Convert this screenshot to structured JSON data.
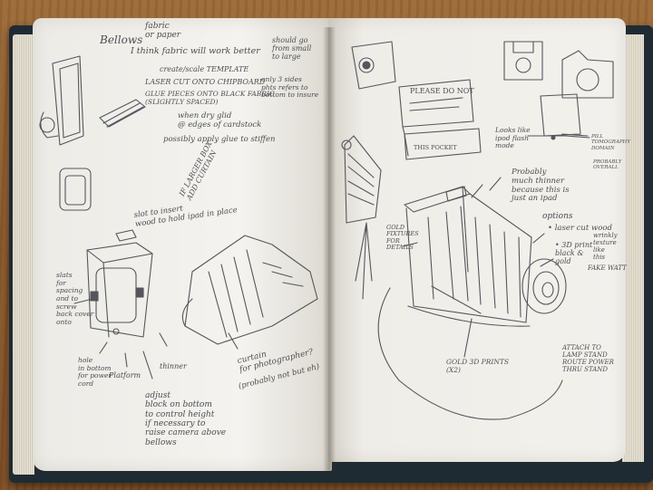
{
  "image": {
    "subject": "open sketchbook with pencil sketches of a camera prop",
    "colors": {
      "desk": "#8c5a2c",
      "cover": "#1f2b33",
      "paper": "#f3f1ec",
      "pencil": "#4d4d52"
    }
  },
  "left_page": {
    "notes": {
      "bellows": "Bellows",
      "fabric_paper": "fabric\nor paper",
      "think_fabric": "I think fabric will work better",
      "should_go": "should go\nfrom small\nto large",
      "create_template": "create/scale TEMPLATE",
      "laser_cut": "LASER CUT ONTO CHIPBOARD",
      "glue_pieces": "GLUE PIECES ONTO BLACK FABRIC\n(SLIGHTLY SPACED)",
      "only_3_sides": "only 3 sides\nphts refers to\nbottom to insure",
      "when_dry": "when dry glid\n@ edges of cardstock",
      "possibly_apply": "possibly apply glue to stiffen",
      "slot_insert": "slot to insert\nwood to hold ipad in place",
      "if_larger": "IF LARGER BOX\nADD CURTAIN",
      "slats": "slats\nfor\nspacing\nand to\nscrew\nback cover\nonto",
      "hole_bottom": "hole\nin bottom\nfor power\ncord",
      "platform": "Platform",
      "thinner": "thinner",
      "curtain": "curtain\nfor photographer?",
      "probably_not": "(probably not but eh)",
      "adjust_block": "adjust\nblock on bottom\nto control height\nif necessary to\nraise camera above\nbellows"
    }
  },
  "right_page": {
    "notes": {
      "please_do_not": "PLEASE DO NOT",
      "this_pocket": "THIS POCKET",
      "looks_like": "Looks like\nipod flash\nmode",
      "probably_thinner": "Probably\nmuch thinner\nbecause this is\njust an ipad",
      "options": "options",
      "laser_cut_wood": "• laser cut wood",
      "wrinkly": "wrinkly\ntexture\nlike\nthis",
      "printed_3d": "• 3D print\nblack &\ngold",
      "fake_watt": "FAKE WATT",
      "gold_fixtures": "GOLD\nFIXTURES\nFOR\nDETAILS",
      "gold_3d_prints": "GOLD 3D PRINTS\n(X2)",
      "attach_lamp": "ATTACH TO\nLAMP STAND\nROUTE POWER\nTHRU STAND",
      "pill_tomography": "PILL\nTOMOGRAPHY\nDOMAIN",
      "probably_overall": "PROBABLY\nOVERALL"
    }
  }
}
